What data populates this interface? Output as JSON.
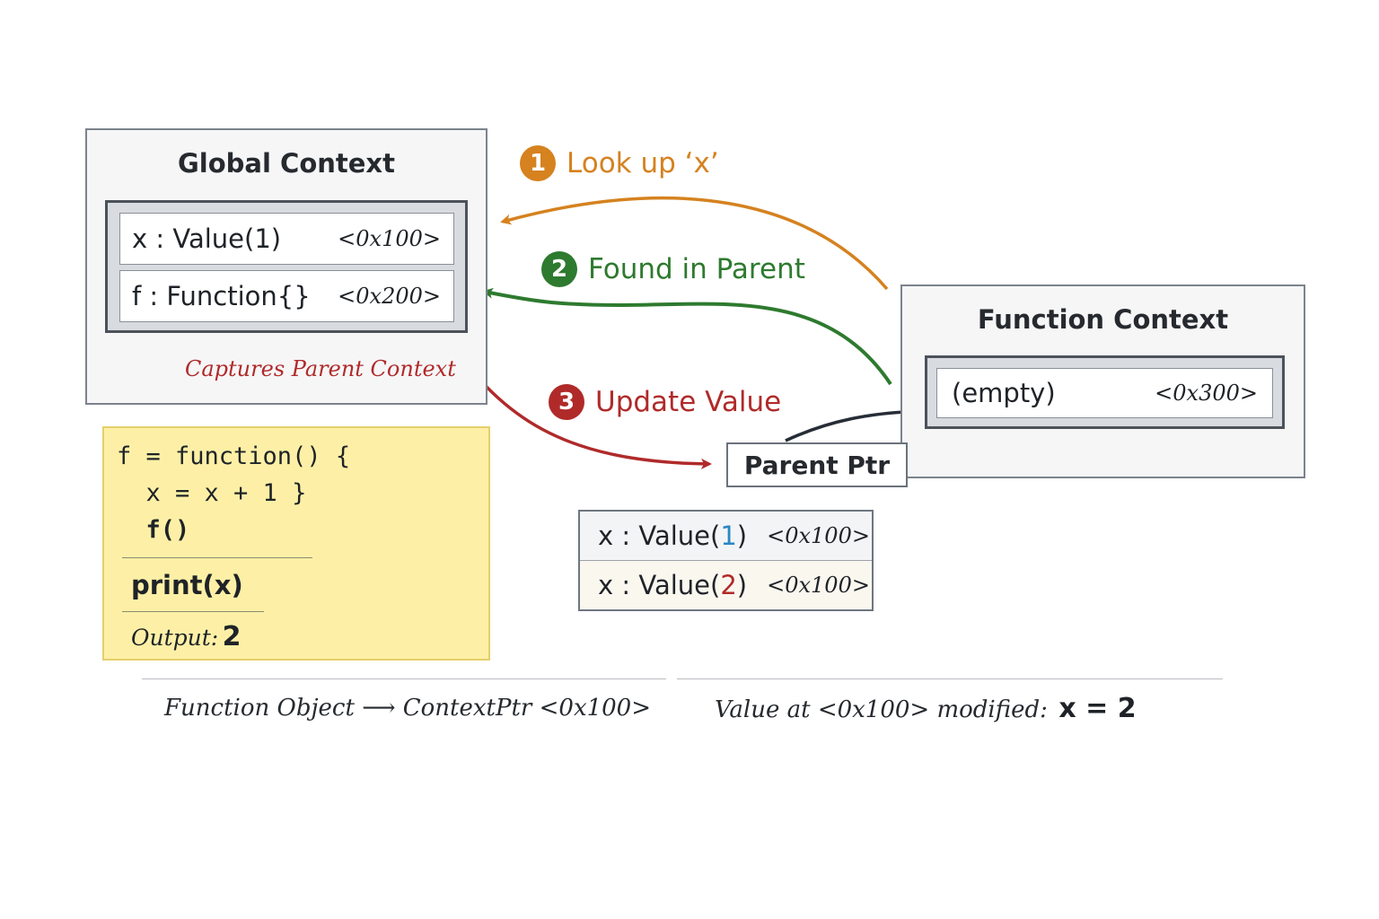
{
  "colors": {
    "step1": "#d5821f",
    "step2": "#2e7a2f",
    "step3": "#b02a2a",
    "pointer": "#262d36",
    "value_old": "#2b86c5",
    "value_new": "#b02a2a",
    "note_bg": "#fdf0a6"
  },
  "global_context": {
    "title": "Global Context",
    "rows": [
      {
        "name": "x : Value(1)",
        "addr": "<0x100>"
      },
      {
        "name": "f : Function{}",
        "addr": "<0x200>"
      }
    ],
    "capture_label": "Captures Parent Context"
  },
  "function_context": {
    "title": "Function Context",
    "row": {
      "name": "(empty)",
      "addr": "<0x300>"
    }
  },
  "parent_ptr": {
    "label": "Parent Ptr"
  },
  "steps": [
    {
      "num": "1",
      "label": "Look up ‘x’"
    },
    {
      "num": "2",
      "label": "Found in Parent"
    },
    {
      "num": "3",
      "label": "Update Value"
    }
  ],
  "value_change": {
    "rows": [
      {
        "prefix": "x : Value(",
        "value": "1",
        "suffix": ")",
        "addr": "<0x100>"
      },
      {
        "prefix": "x : Value(",
        "value": "2",
        "suffix": ")",
        "addr": "<0x100>"
      }
    ]
  },
  "code": {
    "lines": [
      "f = function() {",
      "  x = x + 1 }",
      "  f()"
    ],
    "print_line": "print(x)",
    "output_label": "Output:",
    "output_value": "2"
  },
  "footer": {
    "left": "Function Object ⟶ ContextPtr  <0x100>",
    "right_prefix": "Value at  <0x100>  modified:",
    "right_expr": "x = 2"
  }
}
